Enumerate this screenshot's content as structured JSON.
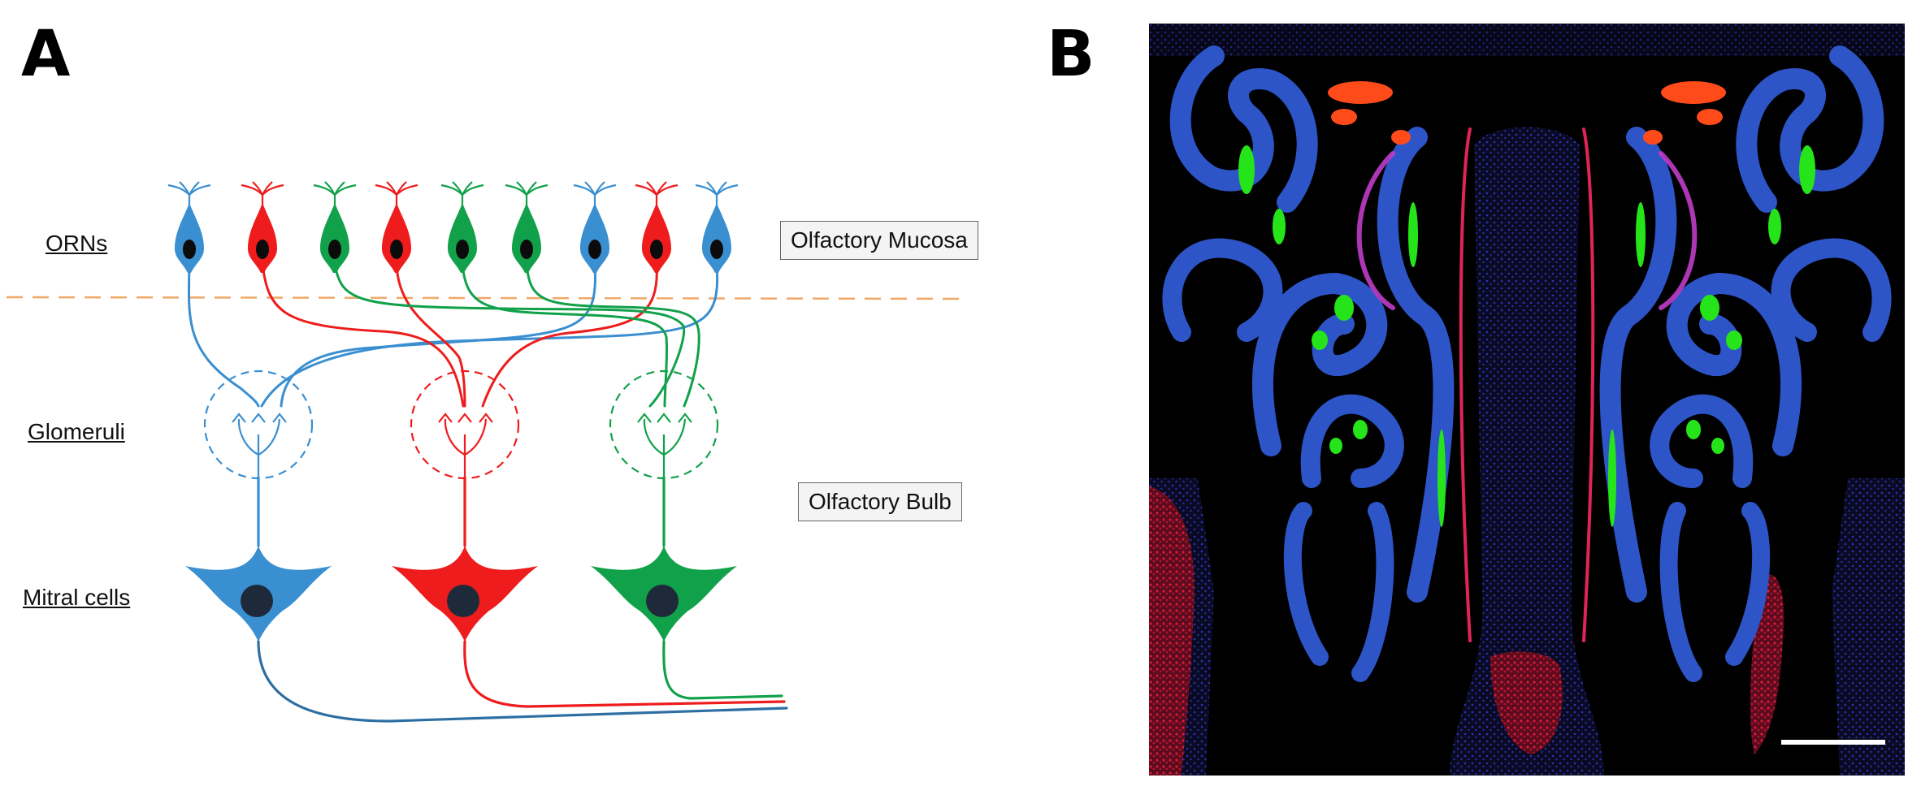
{
  "panel_a": {
    "letter": "A",
    "labels": {
      "orns": "ORNs",
      "glomeruli": "Glomeruli",
      "mitral_cells": "Mitral cells"
    },
    "regions": {
      "mucosa": "Olfactory Mucosa",
      "bulb": "Olfactory Bulb"
    },
    "orn_colors": [
      "blue",
      "red",
      "green",
      "red",
      "green",
      "green",
      "blue",
      "red",
      "blue"
    ],
    "glomeruli_colors": [
      "blue",
      "red",
      "green"
    ]
  },
  "panel_b": {
    "letter": "B"
  },
  "colors": {
    "blue": "#3a8fd1",
    "blue_dark": "#2e6fa3",
    "red": "#ee1c1c",
    "green": "#11a14a",
    "nucleus": "#1e2a3a",
    "divider": "#f0a868"
  }
}
